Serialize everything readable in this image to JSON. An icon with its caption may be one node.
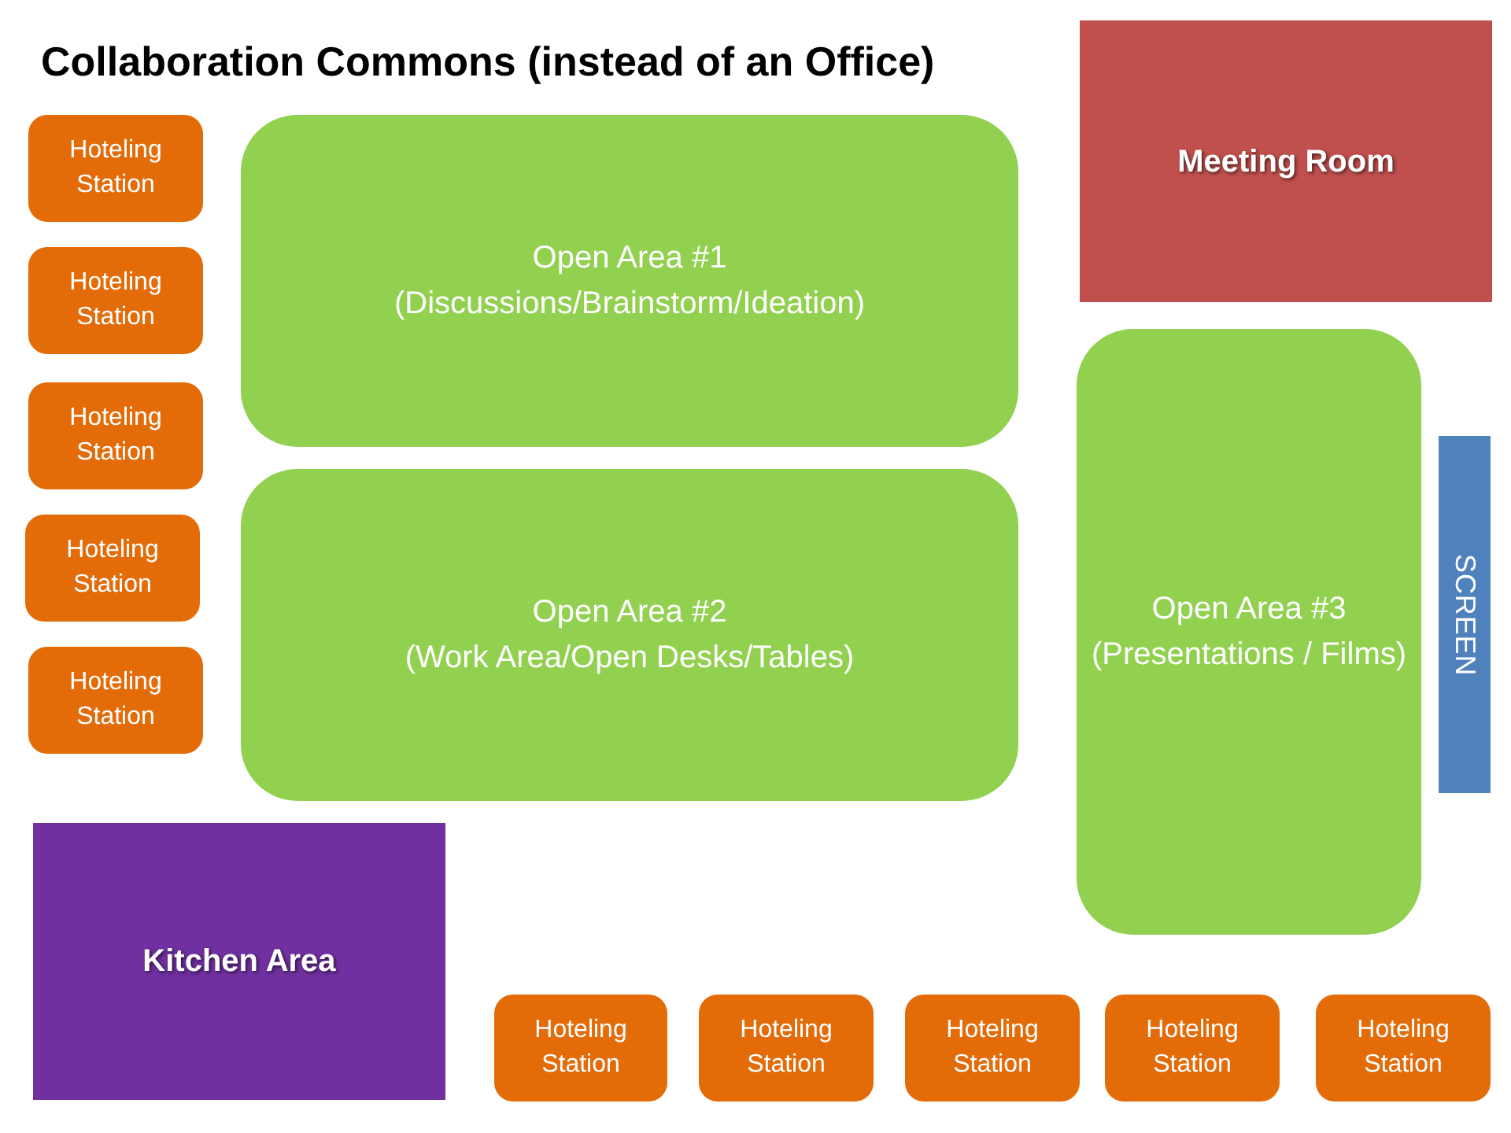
{
  "diagram": {
    "title": "Collaboration Commons (instead of an Office)",
    "nodes": [
      {
        "text": [
          "Meeting Room"
        ]
      },
      {
        "text": [
          "Hoteling Station"
        ]
      },
      {
        "text": [
          "Open Area #1",
          "(Discussions/Brainstorm/Ideation)"
        ]
      },
      {
        "text": [
          "Hoteling Station"
        ]
      },
      {
        "text": [
          "Hoteling Station"
        ]
      },
      {
        "text": [
          "Open Area #3",
          "(Presentations / Films)"
        ]
      },
      {
        "text": [
          "SCREEN"
        ]
      },
      {
        "text": [
          "Hoteling Station"
        ]
      },
      {
        "text": [
          "Open Area #2",
          "(Work Area/Open Desks/Tables)"
        ]
      },
      {
        "text": [
          "Hoteling Station"
        ]
      },
      {
        "text": [
          "Kitchen Area"
        ]
      },
      {
        "text": [
          "Hoteling Station"
        ]
      },
      {
        "text": [
          "Hoteling Station"
        ]
      },
      {
        "text": [
          "Hoteling Station"
        ]
      },
      {
        "text": [
          "Hoteling Station"
        ]
      },
      {
        "text": [
          "Hoteling Station"
        ]
      }
    ]
  }
}
